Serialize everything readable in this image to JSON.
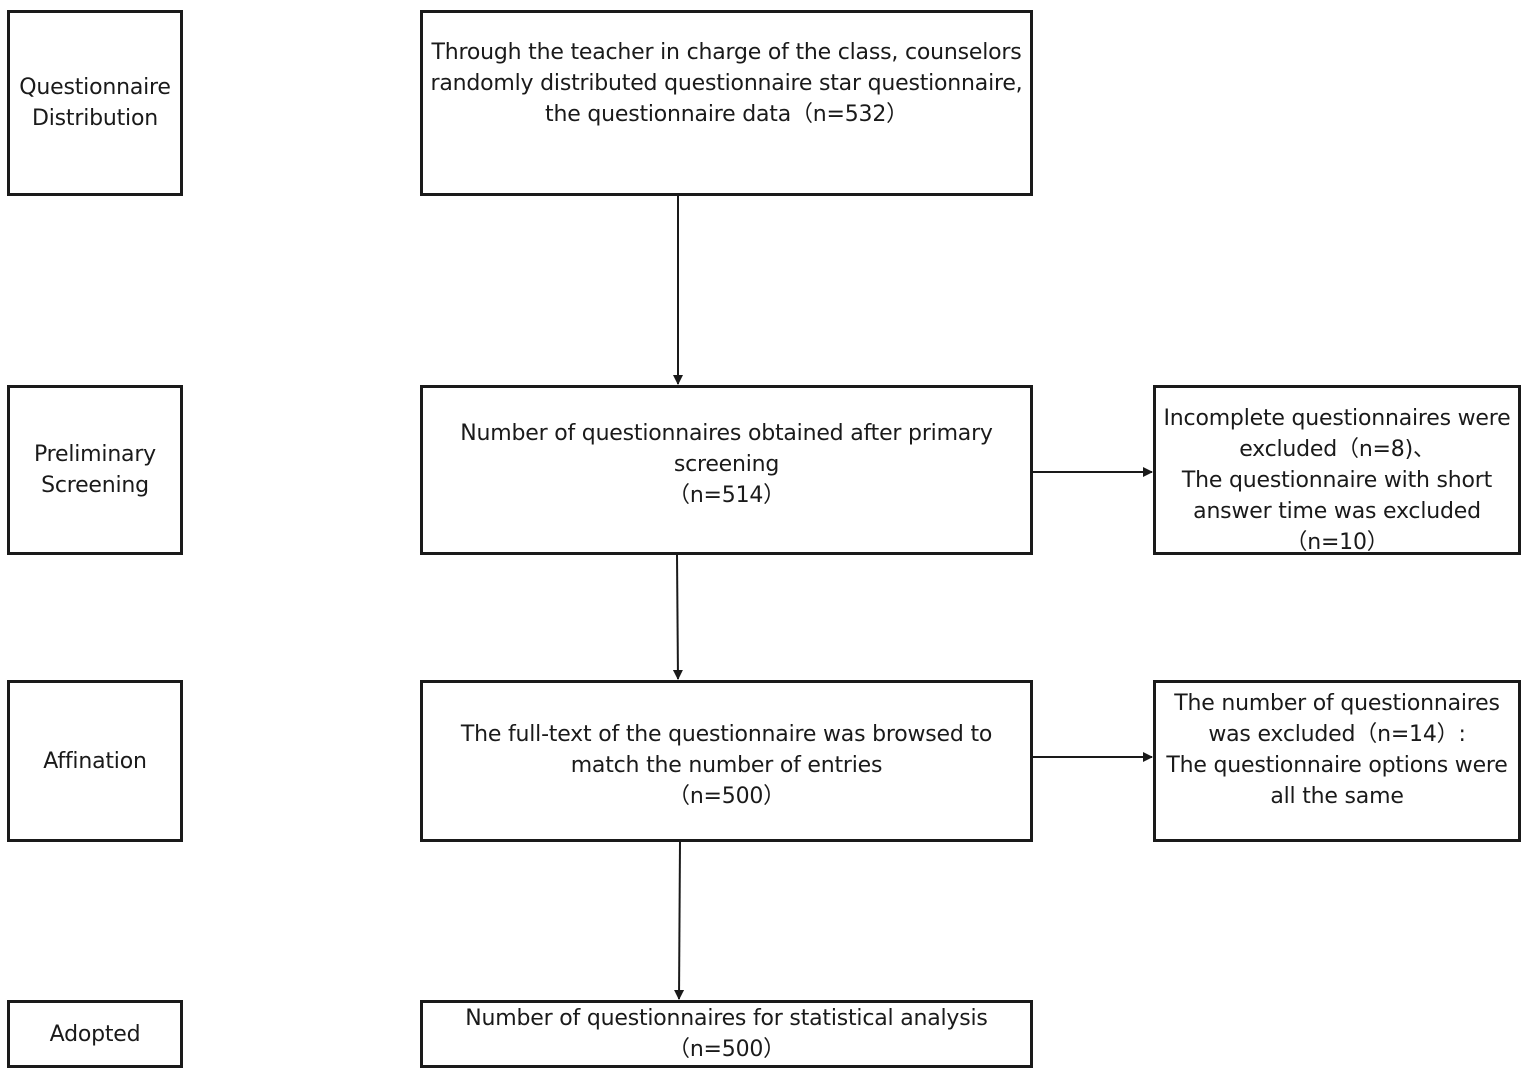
{
  "stages": {
    "distribution": [
      "Questionnaire",
      "Distribution"
    ],
    "preliminary": [
      "Preliminary",
      "Screening"
    ],
    "affination": [
      "Affination"
    ],
    "adopted": [
      "Adopted"
    ]
  },
  "main": {
    "distribution": [
      "Through the teacher in charge of the class, counselors",
      "randomly distributed questionnaire star questionnaire,",
      "the questionnaire data（n=532）"
    ],
    "screening": [
      "Number of questionnaires obtained after primary",
      "screening",
      "（n=514）"
    ],
    "affination": [
      "The full-text of the questionnaire was browsed to",
      "match the number of entries",
      "（n=500）"
    ],
    "adopted": [
      "Number of questionnaires for statistical analysis",
      "（n=500）"
    ]
  },
  "exclusions": {
    "screening": [
      "Incomplete questionnaires were",
      "excluded（n=8)、",
      "The questionnaire with short",
      "answer time was excluded",
      "（n=10）"
    ],
    "affination": [
      "The number of questionnaires",
      "was excluded（n=14）:",
      "The questionnaire options were",
      "all the same"
    ]
  },
  "colors": {
    "stroke": "#1a1a1a",
    "background": "#ffffff"
  }
}
